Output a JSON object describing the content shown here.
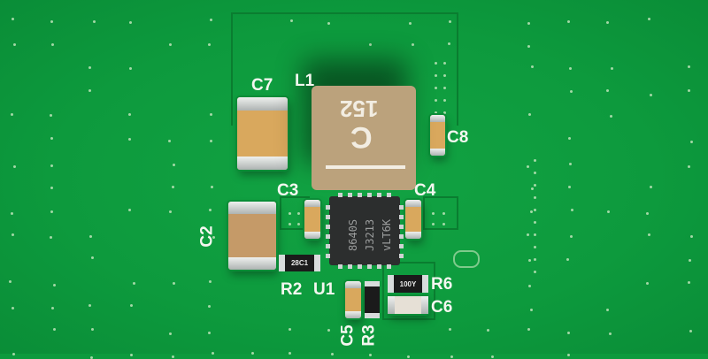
{
  "scene": "pcb-closeup",
  "colors": {
    "board": "#0d9a3d",
    "silkscreen": "#f4f7f0",
    "inductor": "#bba27c",
    "ic": "#2c2e2e"
  },
  "silkscreen_labels": {
    "c7": "C7",
    "l1": "L1",
    "c8": "C8",
    "c3": "C3",
    "c4": "C4",
    "c2": "C2",
    "r2": "R2",
    "u1": "U1",
    "r6": "R6",
    "c6": "C6",
    "c5": "C5",
    "r3": "R3"
  },
  "inductor": {
    "marking": "152",
    "logo": "C"
  },
  "ic": {
    "marking_lines": [
      "8640S",
      "J3213",
      "vLT6K"
    ]
  },
  "resistor_markings": {
    "r2": "28C1",
    "r6": "100Y"
  }
}
